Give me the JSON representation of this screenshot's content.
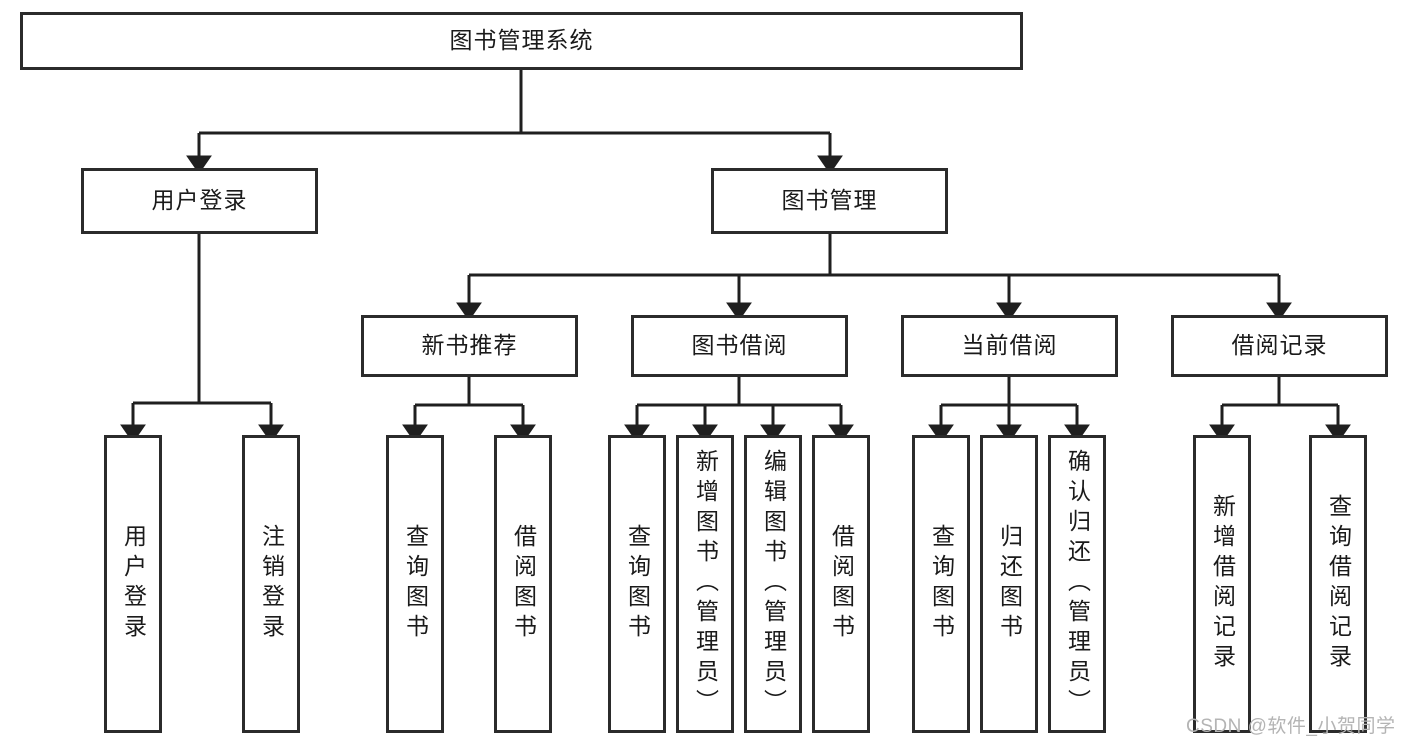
{
  "diagram": {
    "title": "图书管理系统",
    "type": "tree-hierarchy",
    "root": {
      "label": "图书管理系统"
    },
    "level2": [
      {
        "label": "用户登录"
      },
      {
        "label": "图书管理"
      }
    ],
    "level3": [
      {
        "label": "新书推荐"
      },
      {
        "label": "图书借阅"
      },
      {
        "label": "当前借阅"
      },
      {
        "label": "借阅记录"
      }
    ],
    "leaves": {
      "user_login": [
        {
          "label": "用户登录"
        },
        {
          "label": "注销登录"
        }
      ],
      "new_book_recommend": [
        {
          "label": "查询图书"
        },
        {
          "label": "借阅图书"
        }
      ],
      "book_borrow": [
        {
          "label": "查询图书"
        },
        {
          "label": "新增图书（管理员）"
        },
        {
          "label": "编辑图书（管理员）"
        },
        {
          "label": "借阅图书"
        }
      ],
      "current_borrow": [
        {
          "label": "查询图书"
        },
        {
          "label": "归还图书"
        },
        {
          "label": "确认归还（管理员）"
        }
      ],
      "borrow_record": [
        {
          "label": "新增借阅记录"
        },
        {
          "label": "查询借阅记录"
        }
      ]
    }
  },
  "watermark": {
    "text": "CSDN @软件_小贺同学"
  },
  "colors": {
    "box_border": "#2b2b2b",
    "box_fill": "#ffffff",
    "connector": "#1f1f1f",
    "text": "#1a1a1a",
    "watermark": "#b4b4b4",
    "background": "#ffffff"
  }
}
